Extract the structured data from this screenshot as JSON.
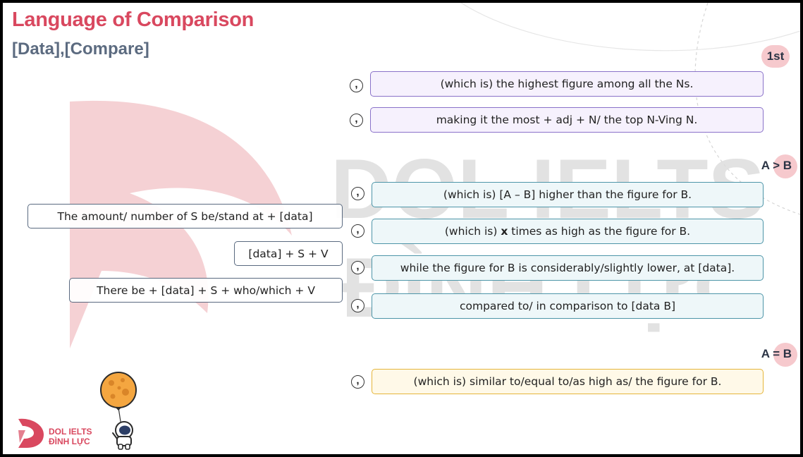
{
  "header": {
    "title": "Language of Comparison",
    "subtitle": "[Data],[Compare]"
  },
  "badges": {
    "first": "1st",
    "greater": "A > B",
    "equal": "A = B"
  },
  "left_boxes": [
    "The amount/ number of S be/stand at + [data]",
    "[data] + S + V",
    "There be + [data] + S + who/which + V"
  ],
  "comma_glyph": ",",
  "highest_group": [
    "(which is) the highest figure among all the Ns.",
    "making it the most + adj + N/ the top N-Ving N."
  ],
  "greater_group": [
    "(which is) [A – B] higher than the figure for B.",
    {
      "before": "(which is) ",
      "bold": "x",
      "after": " times as high as the figure for B."
    },
    "while the figure for B is considerably/slightly lower, at [data].",
    "compared to/ in comparison to [data B]"
  ],
  "equal_group": [
    "(which is) similar to/equal to/as high as/ the figure for B."
  ],
  "logo": {
    "line1": "DOL IELTS",
    "line2": "ĐÌNH LỰC"
  },
  "watermark": {
    "line1": "DOL IELTS",
    "line2": "ĐÌNH LỰC"
  },
  "colors": {
    "accent": "#d9485f",
    "subtitle": "#5c6b80",
    "badge": "#f6c9cd",
    "purple_border": "#8a72c9",
    "teal_border": "#4d95a8",
    "yellow_border": "#e5b53a"
  }
}
